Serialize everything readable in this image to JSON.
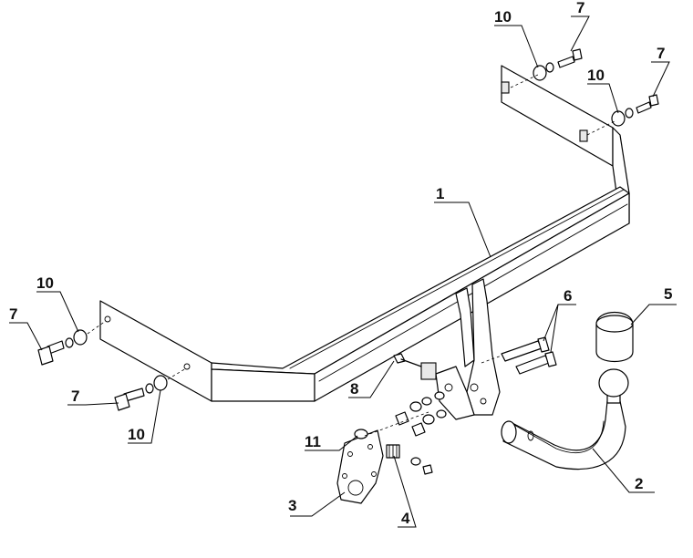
{
  "diagram": {
    "callouts": [
      {
        "id": "part-1",
        "text": "1"
      },
      {
        "id": "part-2",
        "text": "2"
      },
      {
        "id": "part-3",
        "text": "3"
      },
      {
        "id": "part-4",
        "text": "4"
      },
      {
        "id": "part-5",
        "text": "5"
      },
      {
        "id": "part-6",
        "text": "6"
      },
      {
        "id": "part-7a",
        "text": "7"
      },
      {
        "id": "part-7b",
        "text": "7"
      },
      {
        "id": "part-7c",
        "text": "7"
      },
      {
        "id": "part-7d",
        "text": "7"
      },
      {
        "id": "part-8",
        "text": "8"
      },
      {
        "id": "part-10a",
        "text": "10"
      },
      {
        "id": "part-10b",
        "text": "10"
      },
      {
        "id": "part-10c",
        "text": "10"
      },
      {
        "id": "part-10d",
        "text": "10"
      },
      {
        "id": "part-11",
        "text": "11"
      }
    ]
  }
}
